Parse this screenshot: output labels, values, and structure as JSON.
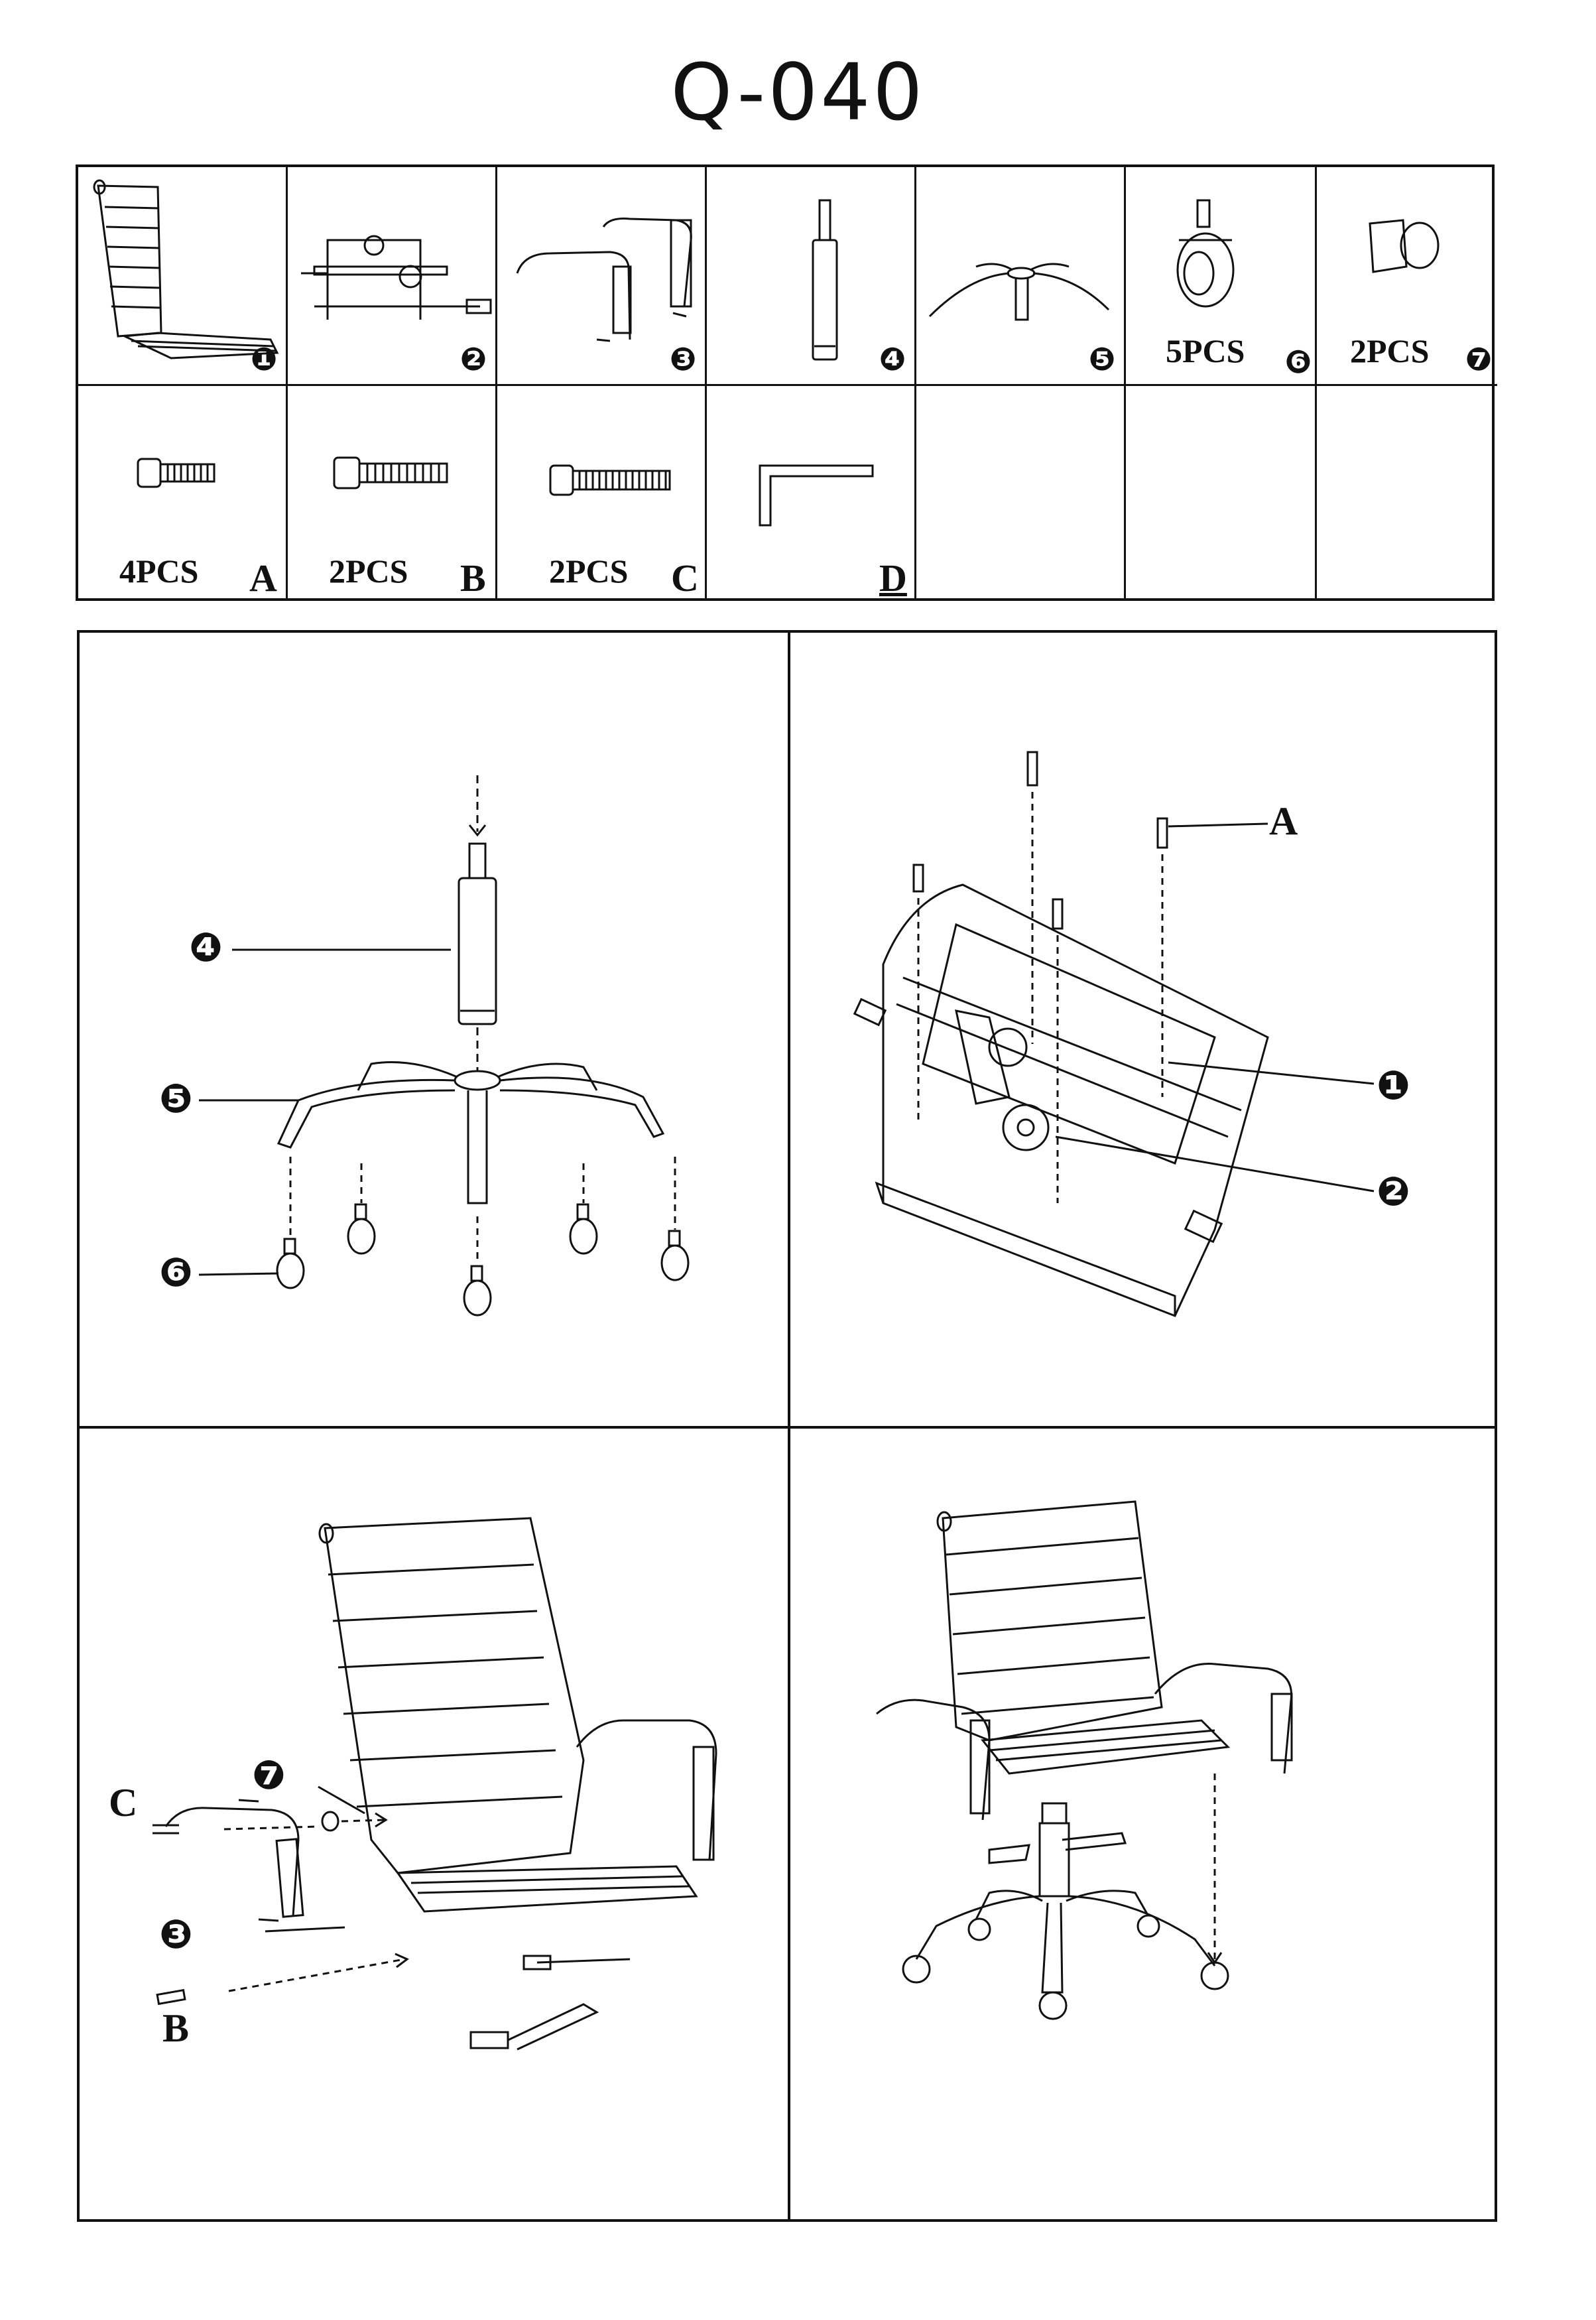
{
  "document": {
    "title": "Q-040"
  },
  "parts": {
    "row1": [
      {
        "id": "1",
        "number_glyph": "❶",
        "quantity": ""
      },
      {
        "id": "2",
        "number_glyph": "❷",
        "quantity": ""
      },
      {
        "id": "3",
        "number_glyph": "❸",
        "quantity": ""
      },
      {
        "id": "4",
        "number_glyph": "❹",
        "quantity": ""
      },
      {
        "id": "5",
        "number_glyph": "❺",
        "quantity": ""
      },
      {
        "id": "6",
        "number_glyph": "❻",
        "quantity": "5PCS"
      },
      {
        "id": "7",
        "number_glyph": "❼",
        "quantity": "2PCS"
      }
    ],
    "row2": [
      {
        "id": "A",
        "quantity": "4PCS"
      },
      {
        "id": "B",
        "quantity": "2PCS"
      },
      {
        "id": "C",
        "quantity": "2PCS"
      },
      {
        "id": "D",
        "quantity": ""
      }
    ]
  },
  "steps": {
    "step1": {
      "callouts": [
        "❹",
        "❺",
        "❻"
      ]
    },
    "step2": {
      "callouts": [
        "A",
        "❶",
        "❷"
      ]
    },
    "step3": {
      "callouts": [
        "❼",
        "C",
        "❸",
        "B"
      ]
    }
  }
}
